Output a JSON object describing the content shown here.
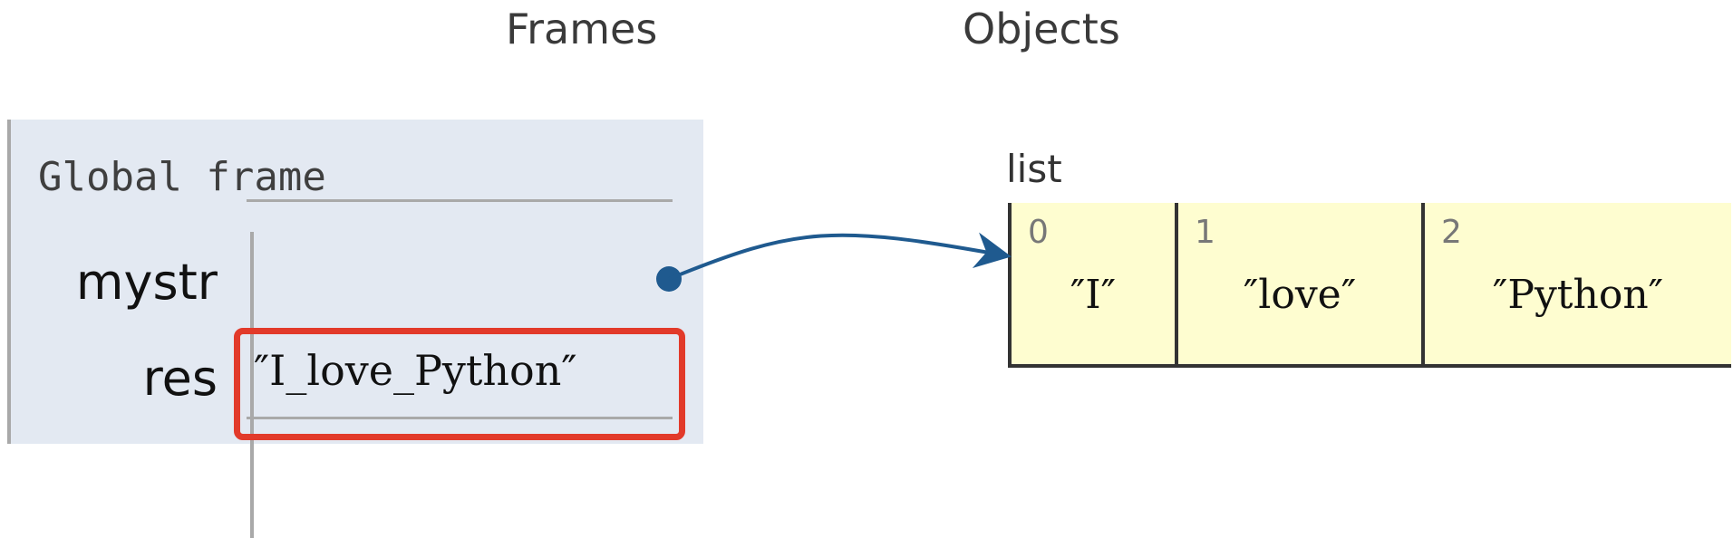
{
  "headers": {
    "frames": "Frames",
    "objects": "Objects"
  },
  "frame": {
    "title": "Global frame",
    "variables": [
      {
        "name": "mystr",
        "value_kind": "pointer"
      },
      {
        "name": "res",
        "value": "″I_love_Python″"
      }
    ]
  },
  "object": {
    "type_label": "list",
    "items": [
      {
        "index": "0",
        "value": "″I″"
      },
      {
        "index": "1",
        "value": "″love″"
      },
      {
        "index": "2",
        "value": "″Python″"
      }
    ]
  },
  "colors": {
    "frame_bg": "#e3e9f2",
    "list_bg": "#fefdd0",
    "pointer": "#1f5a8f",
    "highlight": "#e23a2a"
  }
}
